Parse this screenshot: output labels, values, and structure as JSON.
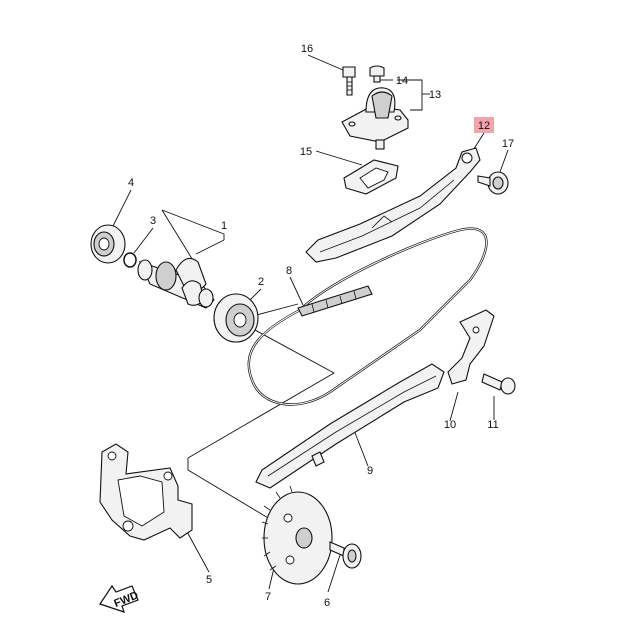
{
  "callouts": {
    "n1": "1",
    "n2": "2",
    "n3": "3",
    "n4": "4",
    "n5": "5",
    "n6": "6",
    "n7": "7",
    "n8": "8",
    "n9": "9",
    "n10": "10",
    "n11": "11",
    "n12": "12",
    "n13": "13",
    "n14": "14",
    "n15": "15",
    "n16": "16",
    "n17": "17"
  },
  "fwd_label": "FWD",
  "highlight_color": "#f4a3ad"
}
